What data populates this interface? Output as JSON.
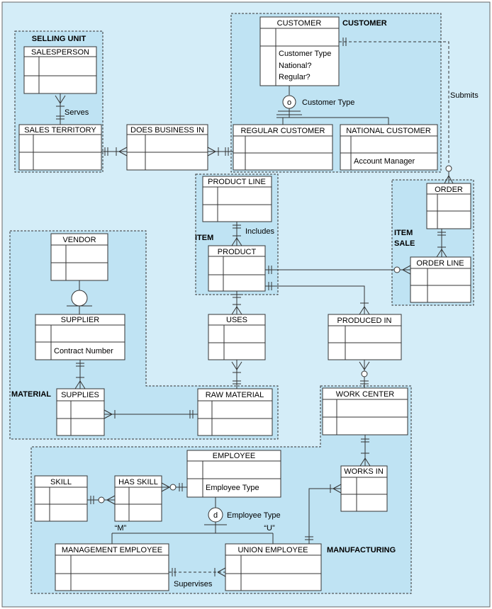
{
  "clusters": {
    "selling_unit": "SELLING UNIT",
    "customer": "CUSTOMER",
    "item": "ITEM",
    "item_sale_line1": "ITEM",
    "item_sale_line2": "SALE",
    "material": "MATERIAL",
    "manufacturing": "MANUFACTURING"
  },
  "entities": {
    "salesperson": "SALESPERSON",
    "sales_territory": "SALES TERRITORY",
    "does_business_in": "DOES BUSINESS IN",
    "customer": "CUSTOMER",
    "customer_attrs": [
      "Customer Type",
      "National?",
      "Regular?"
    ],
    "regular_customer": "REGULAR CUSTOMER",
    "national_customer": "NATIONAL CUSTOMER",
    "national_customer_attr": "Account Manager",
    "product_line": "PRODUCT LINE",
    "product": "PRODUCT",
    "order": "ORDER",
    "order_line": "ORDER LINE",
    "vendor": "VENDOR",
    "supplier": "SUPPLIER",
    "supplier_attr": "Contract Number",
    "uses": "USES",
    "produced_in": "PRODUCED IN",
    "supplies": "SUPPLIES",
    "raw_material": "RAW MATERIAL",
    "work_center": "WORK CENTER",
    "employee": "EMPLOYEE",
    "employee_attr": "Employee Type",
    "skill": "SKILL",
    "has_skill": "HAS SKILL",
    "works_in": "WORKS IN",
    "management_employee": "MANAGEMENT EMPLOYEE",
    "union_employee": "UNION EMPLOYEE"
  },
  "relationships": {
    "serves": "Serves",
    "submits": "Submits",
    "includes": "Includes",
    "supervises": "Supervises"
  },
  "subtypes": {
    "customer_disjoint_symbol": "o",
    "customer_discriminator": "Customer Type",
    "employee_disjoint_symbol": "d",
    "employee_discriminator": "Employee Type",
    "management_value": "“M”",
    "union_value": "“U”"
  },
  "colors": {
    "cluster_fill": "#bfe3f3",
    "outer_fill": "#d4edf8",
    "line": "#333333"
  }
}
